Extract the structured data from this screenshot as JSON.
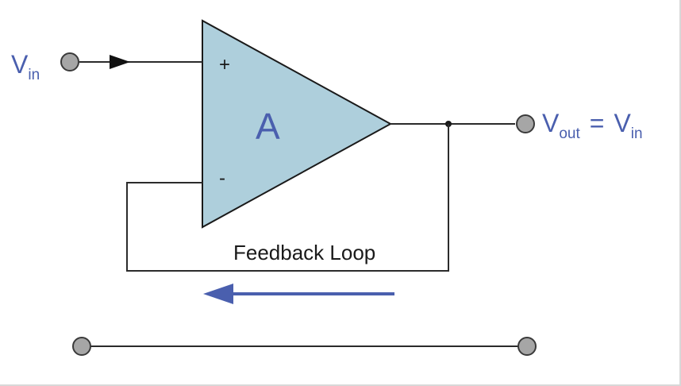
{
  "amplifier": {
    "gain_label": "A",
    "plus_sign": "+",
    "minus_sign": "-"
  },
  "input": {
    "v": "V",
    "sub": "in"
  },
  "output": {
    "v": "V",
    "sub": "out",
    "equals": "=",
    "v2": "V",
    "sub2": "in"
  },
  "feedback": {
    "label": "Feedback Loop"
  },
  "colors": {
    "opamp_fill": "#aecfdc",
    "label_blue": "#4a5fae",
    "arrow_blue": "#4a5fae",
    "wire": "#2b2b2b",
    "terminal_fill": "#a6a6a6"
  }
}
